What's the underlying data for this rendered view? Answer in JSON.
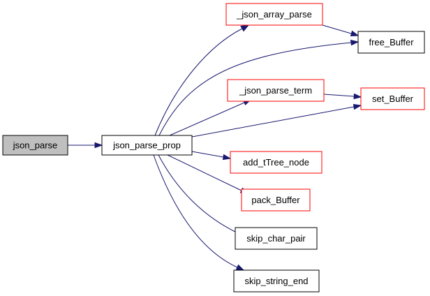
{
  "colors": {
    "edge": "#191970",
    "root_fill": "#bfbfbf",
    "root_border": "#000000",
    "node_fill": "#ffffff",
    "node_border_default": "#000000",
    "node_border_linked": "#ff0000"
  },
  "nodes": {
    "json_parse": {
      "label": "json_parse",
      "style": "root"
    },
    "json_parse_prop": {
      "label": "json_parse_prop",
      "style": "default"
    },
    "_json_array_parse": {
      "label": "_json_array_parse",
      "style": "linked"
    },
    "free_Buffer": {
      "label": "free_Buffer",
      "style": "default"
    },
    "_json_parse_term": {
      "label": "_json_parse_term",
      "style": "linked"
    },
    "set_Buffer": {
      "label": "set_Buffer",
      "style": "linked"
    },
    "add_tTree_node": {
      "label": "add_tTree_node",
      "style": "linked"
    },
    "pack_Buffer": {
      "label": "pack_Buffer",
      "style": "linked"
    },
    "skip_char_pair": {
      "label": "skip_char_pair",
      "style": "default"
    },
    "skip_string_end": {
      "label": "skip_string_end",
      "style": "default"
    }
  },
  "edges": [
    {
      "from": "json_parse",
      "to": "json_parse_prop"
    },
    {
      "from": "json_parse_prop",
      "to": "_json_array_parse"
    },
    {
      "from": "json_parse_prop",
      "to": "free_Buffer"
    },
    {
      "from": "json_parse_prop",
      "to": "_json_parse_term"
    },
    {
      "from": "json_parse_prop",
      "to": "set_Buffer"
    },
    {
      "from": "json_parse_prop",
      "to": "add_tTree_node"
    },
    {
      "from": "json_parse_prop",
      "to": "pack_Buffer"
    },
    {
      "from": "json_parse_prop",
      "to": "skip_char_pair"
    },
    {
      "from": "json_parse_prop",
      "to": "skip_string_end"
    },
    {
      "from": "_json_array_parse",
      "to": "free_Buffer"
    },
    {
      "from": "_json_parse_term",
      "to": "set_Buffer"
    }
  ]
}
